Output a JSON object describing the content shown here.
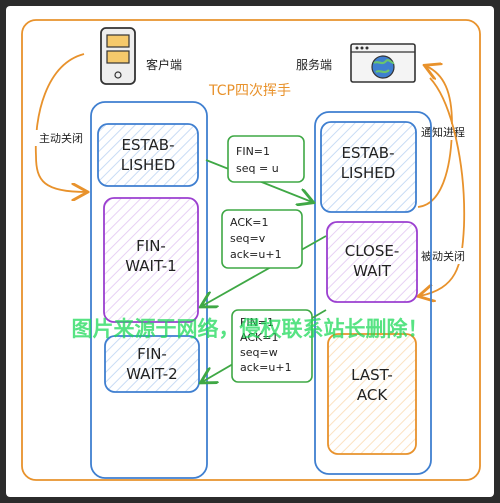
{
  "title": "TCP四次挥手",
  "client": {
    "label": "客户端"
  },
  "server": {
    "label": "服务端"
  },
  "side_labels": {
    "active_close": "主动关闭",
    "notify_process": "通知进程",
    "passive_close": "被动关闭"
  },
  "client_states": [
    {
      "name": "estab-client",
      "lines": [
        "ESTAB-",
        "LISHED"
      ],
      "color": "#3f7fd0"
    },
    {
      "name": "fin-wait-1",
      "lines": [
        "FIN-",
        "WAIT-1"
      ],
      "color": "#9b3fd0"
    },
    {
      "name": "fin-wait-2",
      "lines": [
        "FIN-",
        "WAIT-2"
      ],
      "color": "#3f7fd0"
    }
  ],
  "server_states": [
    {
      "name": "estab-server",
      "lines": [
        "ESTAB-",
        "LISHED"
      ],
      "color": "#3f7fd0"
    },
    {
      "name": "close-wait",
      "lines": [
        "CLOSE-",
        "WAIT"
      ],
      "color": "#9b3fd0"
    },
    {
      "name": "last-ack",
      "lines": [
        "LAST-",
        "ACK"
      ],
      "color": "#e8922c"
    }
  ],
  "messages": [
    {
      "name": "msg-fin-1",
      "lines": [
        "FIN=1",
        "seq = u"
      ]
    },
    {
      "name": "msg-ack-1",
      "lines": [
        "ACK=1",
        "seq=v",
        "ack=u+1"
      ]
    },
    {
      "name": "msg-fin-ack",
      "lines": [
        "FIN=1",
        "ACK=1",
        "seq=w",
        "ack=u+1"
      ]
    }
  ],
  "watermark": "图片来源于网络，侵权联系站长删除！",
  "colors": {
    "orange": "#e8922c",
    "blue": "#3f7fd0",
    "purple": "#9b3fd0",
    "green": "#3fa845",
    "watermark": "#1fd95a"
  }
}
